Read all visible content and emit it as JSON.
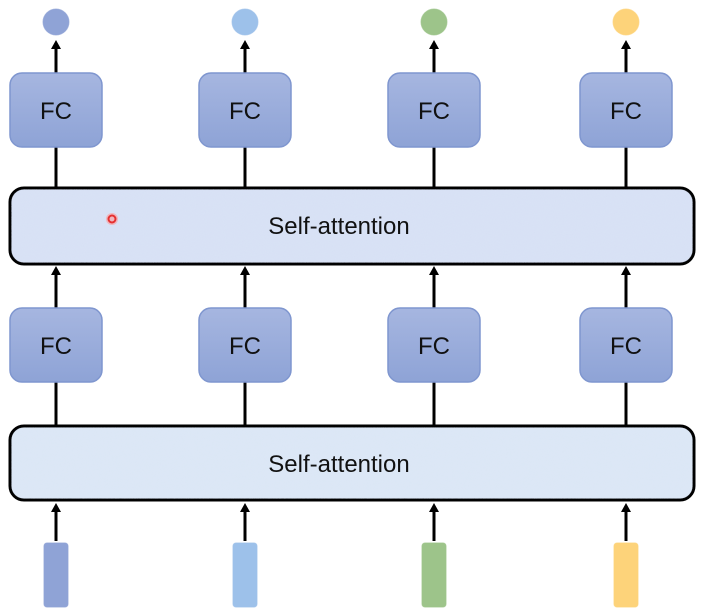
{
  "diagram": {
    "title": "",
    "columns": 4,
    "inputs": [
      {
        "color": "#8fa3d6"
      },
      {
        "color": "#9dc1ea"
      },
      {
        "color": "#9dc48a"
      },
      {
        "color": "#fdd37a"
      }
    ],
    "outputs": [
      {
        "color": "#8fa3d6"
      },
      {
        "color": "#9dc1ea"
      },
      {
        "color": "#9dc48a"
      },
      {
        "color": "#fdd37a"
      }
    ],
    "layers": {
      "self_attention_1": {
        "label": "Self-attention"
      },
      "fc_1": {
        "label": "FC"
      },
      "self_attention_2": {
        "label": "Self-attention"
      },
      "fc_2": {
        "label": "FC"
      }
    },
    "colors": {
      "fc_fill_top": "#a6b6e0",
      "fc_fill_bottom": "#8ea3d6",
      "fc_border": "#7f96cf",
      "sa_fill": "#dbe7f5",
      "sa_fill_top": "#d4dcf3",
      "sa_border": "#000000",
      "arrow": "#000000",
      "cursor": "#e53030"
    },
    "cursor_marker": {
      "visible": true
    }
  }
}
